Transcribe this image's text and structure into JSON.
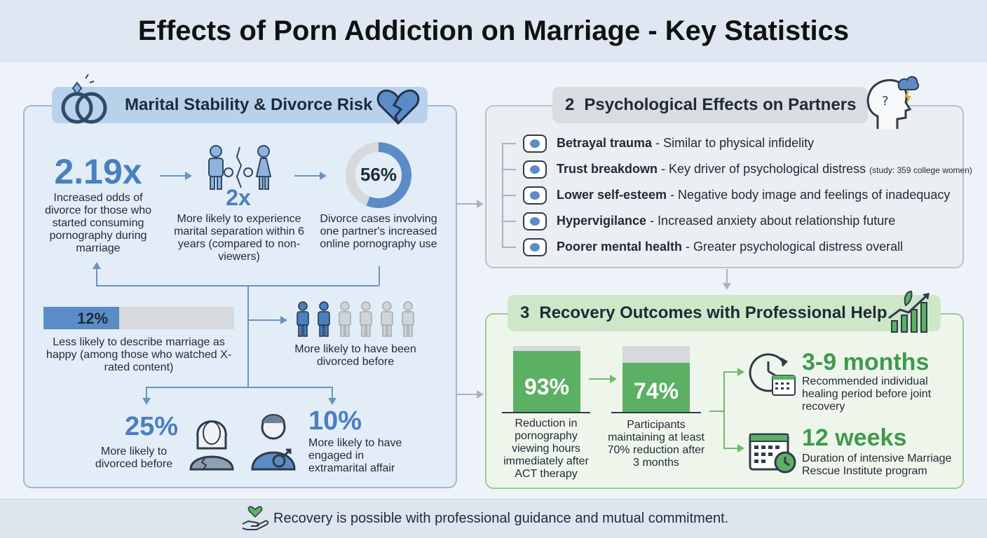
{
  "title": "Effects of Porn Addiction on Marriage - Key Statistics",
  "section1": {
    "heading": "Marital Stability & Divorce Risk",
    "stat1": {
      "value": "2.19x",
      "text": "Increased odds of divorce for those who started consuming pornography during marriage"
    },
    "stat2": {
      "value": "2x",
      "text": "More likely to experience marital separation within 6 years (compared to non-viewers)"
    },
    "stat3": {
      "value": "56%",
      "fraction": 0.56,
      "text": "Divorce cases involving one partner's increased online pornography use"
    },
    "stat4": {
      "value": "12%",
      "fraction": 0.12,
      "text": "Less likely to describe marriage as happy (among those who watched X-rated content)"
    },
    "stat5": {
      "text": "More likely to have been divorced before",
      "highlighted": 2,
      "total": 6
    },
    "stat6": {
      "value": "25%",
      "text": "More likely to divorced before"
    },
    "stat7": {
      "value": "10%",
      "text": "More likely to have engaged in extramarital affair"
    }
  },
  "section2": {
    "number": "2",
    "heading": "Psychological Effects on Partners",
    "items": [
      {
        "title": "Betrayal trauma",
        "desc": " - Similar to physical infidelity",
        "note": "",
        "icon": "fist-bump-icon"
      },
      {
        "title": "Trust breakdown",
        "desc": " - Key driver of psychological distress ",
        "note": "(study: 359 college women)",
        "icon": "broken-shield-icon"
      },
      {
        "title": "Lower self-esteem",
        "desc": " - Negative body image and feelings of inadequacy",
        "note": "",
        "icon": "person-thought-icon"
      },
      {
        "title": "Hypervigilance",
        "desc": " - Increased anxiety about relationship future",
        "note": "",
        "icon": "eye-warning-icon"
      },
      {
        "title": "Poorer mental health",
        "desc": " - Greater psychological distress overall",
        "note": "",
        "icon": "brain-icon"
      }
    ]
  },
  "section3": {
    "number": "3",
    "heading": "Recovery Outcomes with Professional Help",
    "stat1": {
      "value": "93%",
      "fraction": 0.93,
      "text": "Reduction in pornography viewing hours immediately after ACT therapy"
    },
    "stat2": {
      "value": "74%",
      "fraction": 0.74,
      "text": "Participants maintaining at least 70% reduction after 3 months"
    },
    "stat3": {
      "value": "3-9 months",
      "text": "Recommended individual healing period before joint recovery"
    },
    "stat4": {
      "value": "12 weeks",
      "text": "Duration of intensive Marriage Rescue Institute program"
    }
  },
  "footer": {
    "text": "Recovery is possible with professional guidance and mutual commitment."
  },
  "colors": {
    "blue": "#4a7fc0",
    "green": "#3f9a4c",
    "gray": "#d6d9dd"
  }
}
